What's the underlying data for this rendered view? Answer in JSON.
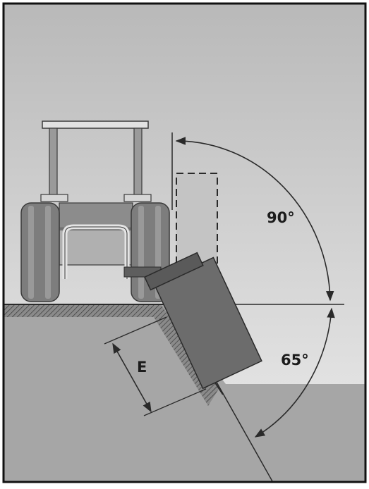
{
  "labels": {
    "angle_upper": "90°",
    "angle_lower": "65°",
    "dimension": "E"
  },
  "colors": {
    "sky_top": "#b9b9b9",
    "sky_bottom": "#ececec",
    "ground": "#a6a6a6",
    "tractor": "#7d7d7d",
    "tractor_light": "#d0d0d0",
    "arm": "#6c6c6c",
    "line": "#2a2a2a",
    "frame": "#111111"
  }
}
